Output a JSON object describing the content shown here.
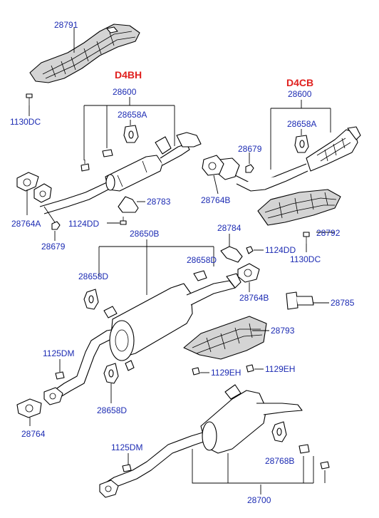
{
  "engines": {
    "left": "D4BH",
    "right": "D4CB"
  },
  "labels": {
    "p28791": "28791",
    "p1130dc_a": "1130DC",
    "p28600_l": "28600",
    "p28658a_l": "28658A",
    "p28764a": "28764A",
    "p28679_l": "28679",
    "p28783": "28783",
    "p1124dd_a": "1124DD",
    "p28600_r": "28600",
    "p28658a_r": "28658A",
    "p28679_r": "28679",
    "p28764b_a": "28764B",
    "p28792": "28792",
    "p1130dc_b": "1130DC",
    "p28784": "28784",
    "p1124dd_b": "1124DD",
    "p28650b": "28650B",
    "p28658d_a": "28658D",
    "p28658d_b": "28658D",
    "p28764b_b": "28764B",
    "p28785": "28785",
    "p28793": "28793",
    "p1125dm_a": "1125DM",
    "p1129eh_a": "1129EH",
    "p1129eh_b": "1129EH",
    "p28764": "28764",
    "p28658d_c": "28658D",
    "p1125dm_b": "1125DM",
    "p28768b": "28768B",
    "p28700": "28700"
  }
}
